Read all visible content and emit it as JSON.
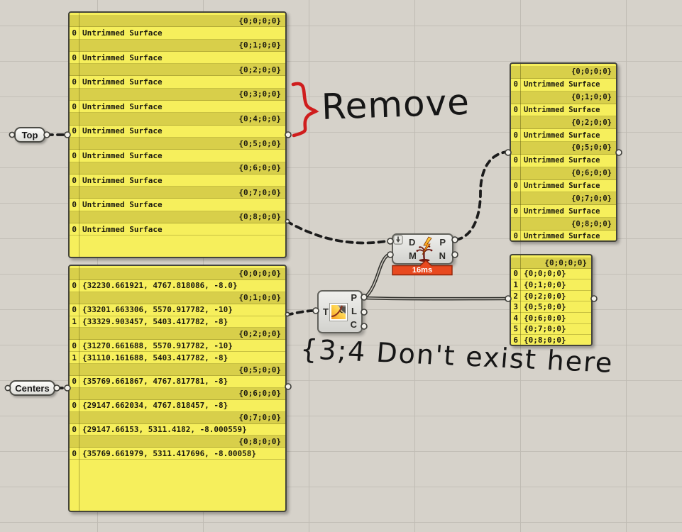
{
  "canvas": {
    "bg": "#d6d2ca",
    "grid_vertical": "#bfbbb3",
    "grid_horizontal": "#c3bfb7"
  },
  "pills": {
    "top": {
      "label": "Top"
    },
    "centers": {
      "label": "Centers"
    }
  },
  "panels": {
    "surfacesLeft": {
      "rows": [
        {
          "t": "h",
          "text": "{0;0;0;0}"
        },
        {
          "t": "i",
          "i": "0",
          "text": "Untrimmed Surface"
        },
        {
          "t": "h",
          "text": "{0;1;0;0}"
        },
        {
          "t": "i",
          "i": "0",
          "text": "Untrimmed Surface"
        },
        {
          "t": "h",
          "text": "{0;2;0;0}"
        },
        {
          "t": "i",
          "i": "0",
          "text": "Untrimmed Surface"
        },
        {
          "t": "h",
          "text": "{0;3;0;0}"
        },
        {
          "t": "i",
          "i": "0",
          "text": "Untrimmed Surface"
        },
        {
          "t": "h",
          "text": "{0;4;0;0}"
        },
        {
          "t": "i",
          "i": "0",
          "text": "Untrimmed Surface"
        },
        {
          "t": "h",
          "text": "{0;5;0;0}"
        },
        {
          "t": "i",
          "i": "0",
          "text": "Untrimmed Surface"
        },
        {
          "t": "h",
          "text": "{0;6;0;0}"
        },
        {
          "t": "i",
          "i": "0",
          "text": "Untrimmed Surface"
        },
        {
          "t": "h",
          "text": "{0;7;0;0}"
        },
        {
          "t": "i",
          "i": "0",
          "text": "Untrimmed Surface"
        },
        {
          "t": "h",
          "text": "{0;8;0;0}"
        },
        {
          "t": "i",
          "i": "0",
          "text": "Untrimmed Surface"
        }
      ]
    },
    "pointsLeft": {
      "rows": [
        {
          "t": "h",
          "text": "{0;0;0;0}"
        },
        {
          "t": "i",
          "i": "0",
          "text": "{32230.661921, 4767.818086, -8.0}"
        },
        {
          "t": "h",
          "text": "{0;1;0;0}"
        },
        {
          "t": "i",
          "i": "0",
          "text": "{33201.663306, 5570.917782, -10}"
        },
        {
          "t": "i",
          "i": "1",
          "text": "{33329.903457, 5403.417782, -8}"
        },
        {
          "t": "h",
          "text": "{0;2;0;0}"
        },
        {
          "t": "i",
          "i": "0",
          "text": "{31270.661688, 5570.917782, -10}"
        },
        {
          "t": "i",
          "i": "1",
          "text": "{31110.161688, 5403.417782, -8}"
        },
        {
          "t": "h",
          "text": "{0;5;0;0}"
        },
        {
          "t": "i",
          "i": "0",
          "text": "{35769.661867, 4767.817781, -8}"
        },
        {
          "t": "h",
          "text": "{0;6;0;0}"
        },
        {
          "t": "i",
          "i": "0",
          "text": "{29147.662034, 4767.818457, -8}"
        },
        {
          "t": "h",
          "text": "{0;7;0;0}"
        },
        {
          "t": "i",
          "i": "0",
          "text": "{29147.66153, 5311.4182, -8.000559}"
        },
        {
          "t": "h",
          "text": "{0;8;0;0}"
        },
        {
          "t": "i",
          "i": "0",
          "text": "{35769.661979, 5311.417696, -8.00058}"
        }
      ]
    },
    "surfacesRight": {
      "rows": [
        {
          "t": "h",
          "text": "{0;0;0;0}"
        },
        {
          "t": "i",
          "i": "0",
          "text": "Untrimmed Surface"
        },
        {
          "t": "h",
          "text": "{0;1;0;0}"
        },
        {
          "t": "i",
          "i": "0",
          "text": "Untrimmed Surface"
        },
        {
          "t": "h",
          "text": "{0;2;0;0}"
        },
        {
          "t": "i",
          "i": "0",
          "text": "Untrimmed Surface"
        },
        {
          "t": "h",
          "text": "{0;5;0;0}"
        },
        {
          "t": "i",
          "i": "0",
          "text": "Untrimmed Surface"
        },
        {
          "t": "h",
          "text": "{0;6;0;0}"
        },
        {
          "t": "i",
          "i": "0",
          "text": "Untrimmed Surface"
        },
        {
          "t": "h",
          "text": "{0;7;0;0}"
        },
        {
          "t": "i",
          "i": "0",
          "text": "Untrimmed Surface"
        },
        {
          "t": "h",
          "text": "{0;8;0;0}"
        },
        {
          "t": "i",
          "i": "0",
          "text": "Untrimmed Surface"
        }
      ]
    },
    "pathsRight": {
      "rows": [
        {
          "t": "h",
          "text": "{0;0;0;0}"
        },
        {
          "t": "i",
          "i": "0",
          "text": "{0;0;0;0}"
        },
        {
          "t": "i",
          "i": "1",
          "text": "{0;1;0;0}"
        },
        {
          "t": "i",
          "i": "2",
          "text": "{0;2;0;0}"
        },
        {
          "t": "i",
          "i": "3",
          "text": "{0;5;0;0}"
        },
        {
          "t": "i",
          "i": "4",
          "text": "{0;6;0;0}"
        },
        {
          "t": "i",
          "i": "5",
          "text": "{0;7;0;0}"
        },
        {
          "t": "i",
          "i": "6",
          "text": "{0;8;0;0}"
        }
      ]
    }
  },
  "components": {
    "splitTree": {
      "inputs": [
        "D",
        "M"
      ],
      "outputs": [
        "P",
        "N"
      ],
      "runtime": "16ms",
      "icon": "split-tree-icon",
      "flatten_icon": "flatten-arrow-icon"
    },
    "treeStats": {
      "inputs": [
        "T"
      ],
      "outputs": [
        "P",
        "L",
        "C"
      ],
      "icon": "tree-statistics-icon"
    }
  },
  "annotations": {
    "remove": {
      "text": "Remove",
      "ink": "#161616",
      "brace_color": "#cf1d1d"
    },
    "dontExist": {
      "text": "{3;4 Don't exist here",
      "ink": "#161616"
    }
  },
  "colors": {
    "panel_item": "#f6ef5c",
    "panel_header": "#d8cf4a",
    "panel_border": "#44443c",
    "badge": "#e8491f",
    "badge_border": "#8f2408",
    "wire": "#1c1c1c"
  }
}
